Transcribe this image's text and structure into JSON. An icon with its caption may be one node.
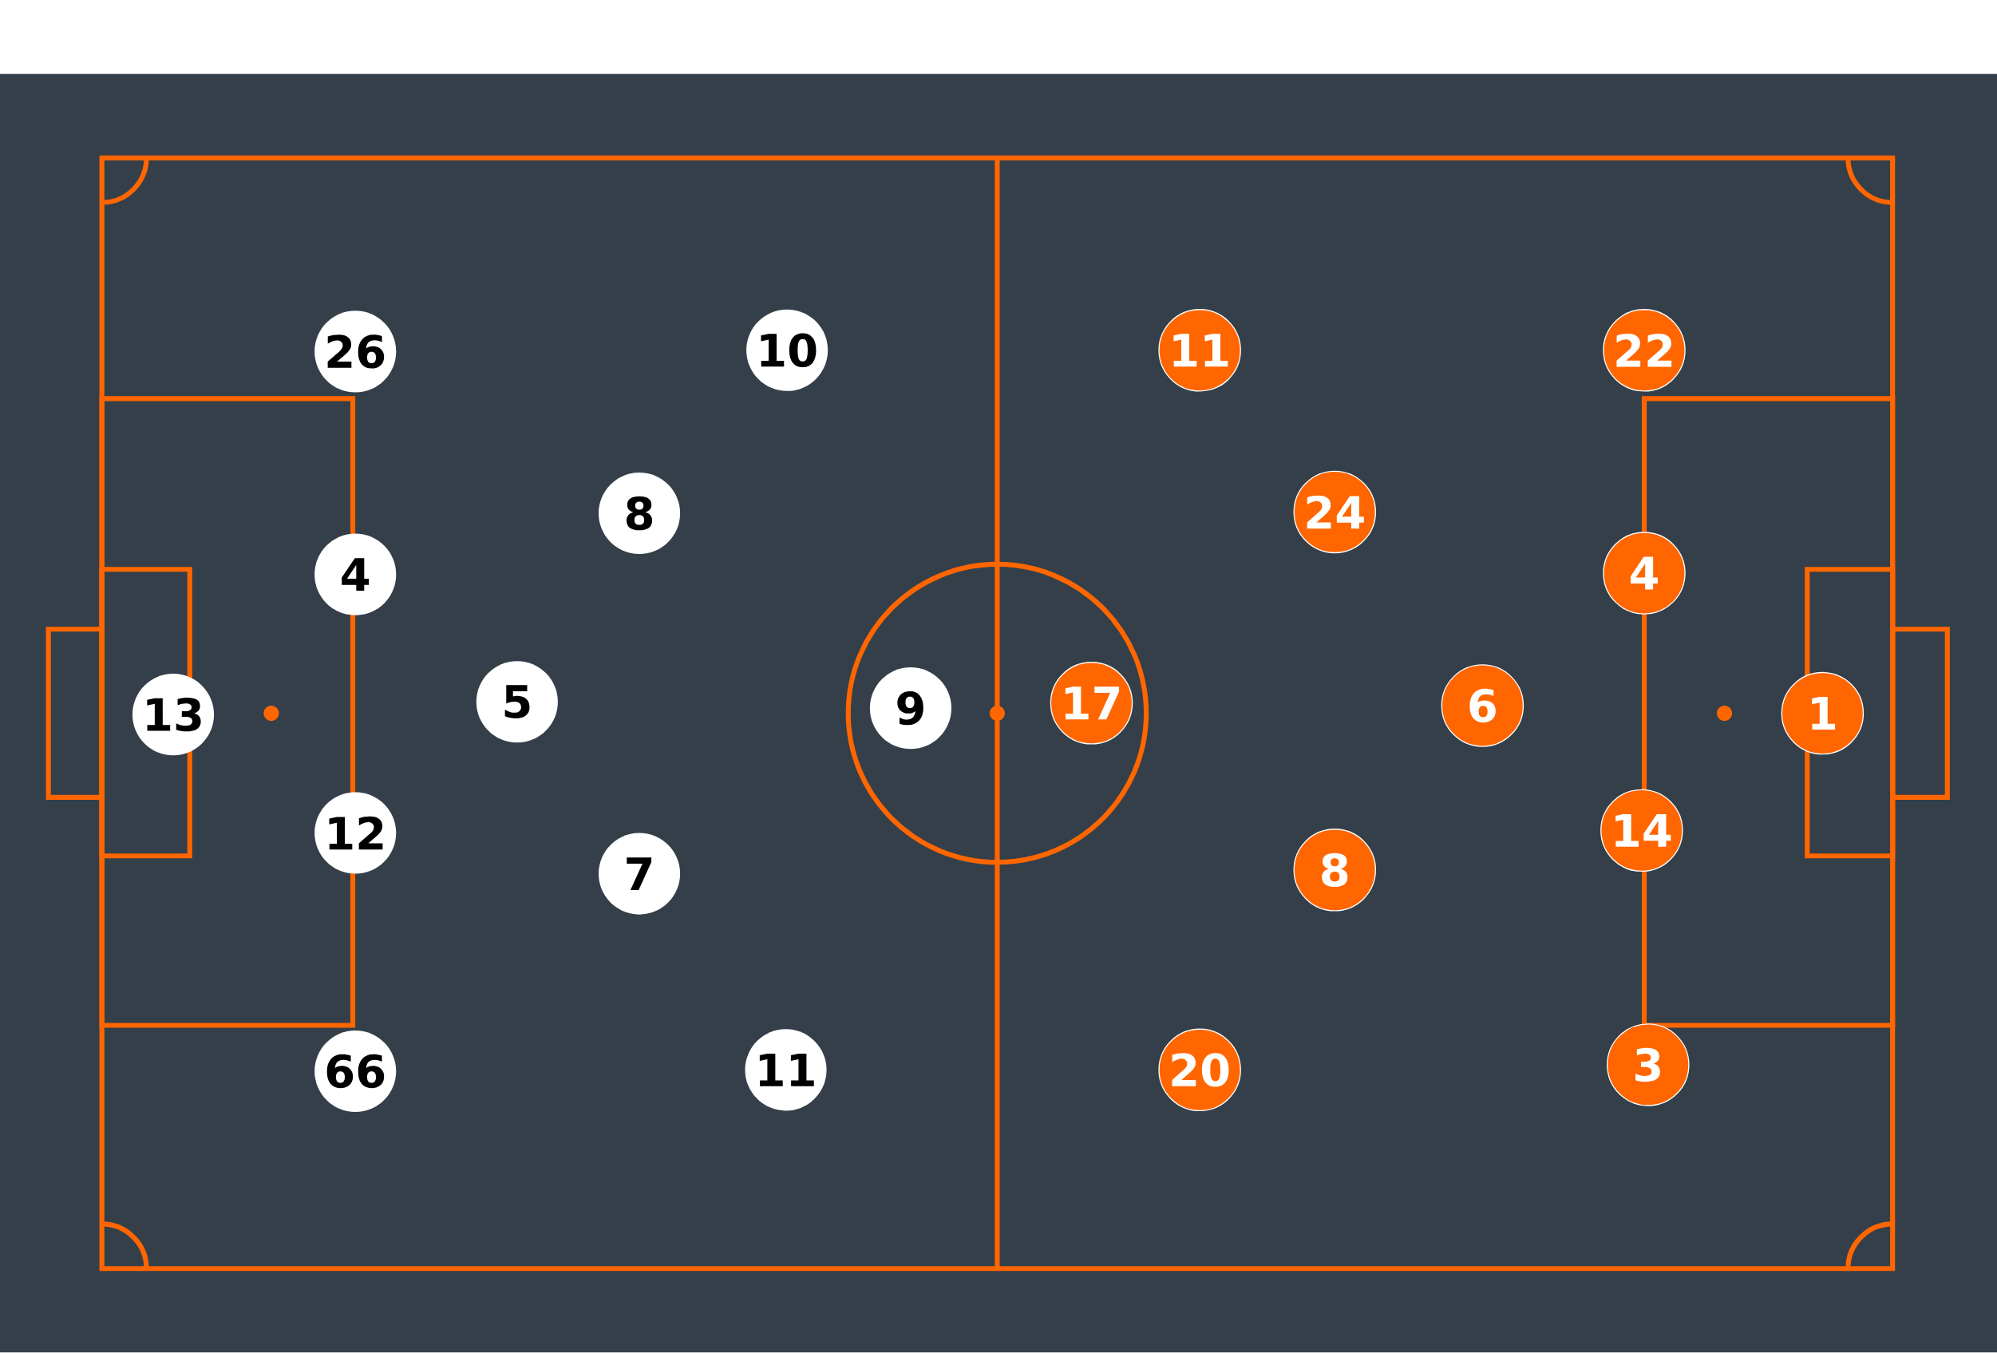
{
  "diagram": {
    "nodes": [
      {
        "text": [
          "13"
        ]
      },
      {
        "text": [
          "26"
        ]
      },
      {
        "text": [
          "4"
        ]
      },
      {
        "text": [
          "12"
        ]
      },
      {
        "text": [
          "66"
        ]
      },
      {
        "text": [
          "5"
        ]
      },
      {
        "text": [
          "8"
        ]
      },
      {
        "text": [
          "7"
        ]
      },
      {
        "text": [
          "10"
        ]
      },
      {
        "text": [
          "11"
        ]
      },
      {
        "text": [
          "9"
        ]
      },
      {
        "text": [
          "17"
        ]
      },
      {
        "text": [
          "11"
        ]
      },
      {
        "text": [
          "20"
        ]
      },
      {
        "text": [
          "24"
        ]
      },
      {
        "text": [
          "8"
        ]
      },
      {
        "text": [
          "6"
        ]
      },
      {
        "text": [
          "22"
        ]
      },
      {
        "text": [
          "4"
        ]
      },
      {
        "text": [
          "14"
        ]
      },
      {
        "text": [
          "3"
        ]
      },
      {
        "text": [
          "1"
        ]
      }
    ]
  }
}
